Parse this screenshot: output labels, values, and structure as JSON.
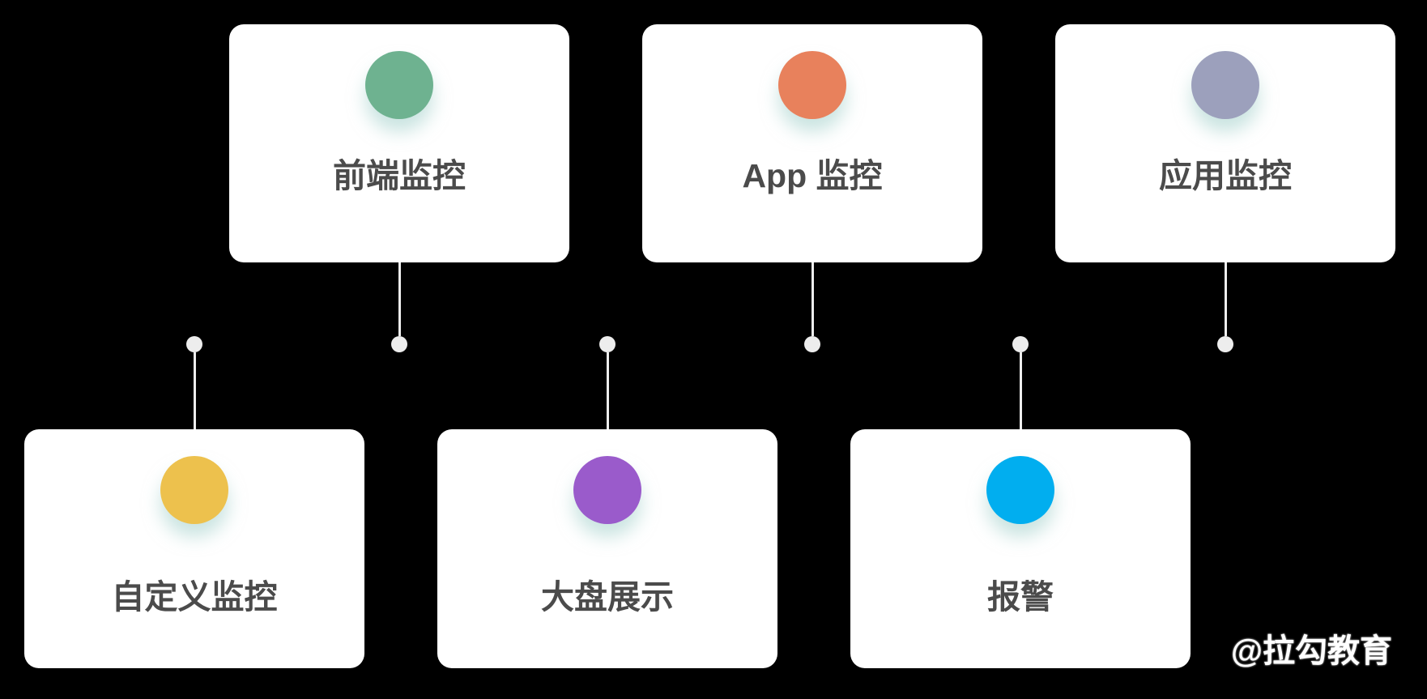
{
  "diagram": {
    "background_color": "#000000",
    "card_background": "#FFFFFF",
    "label_color": "#4B4B4B",
    "connector_color": "#EDEDED"
  },
  "cards": [
    {
      "id": "frontend-monitoring",
      "label": "前端监控",
      "color": "#6EB290",
      "row": "top"
    },
    {
      "id": "app-monitoring",
      "label": "App 监控",
      "color": "#E8815C",
      "row": "top"
    },
    {
      "id": "application-monitoring",
      "label": "应用监控",
      "color": "#9CA0BC",
      "row": "top"
    },
    {
      "id": "custom-monitoring",
      "label": "自定义监控",
      "color": "#EDC14D",
      "row": "bottom"
    },
    {
      "id": "dashboard-display",
      "label": "大盘展示",
      "color": "#9A5BCB",
      "row": "bottom"
    },
    {
      "id": "alert",
      "label": "报警",
      "color": "#01AEEF",
      "row": "bottom"
    }
  ],
  "watermark": {
    "text": "@拉勾教育",
    "color": "#FFFFFF"
  }
}
